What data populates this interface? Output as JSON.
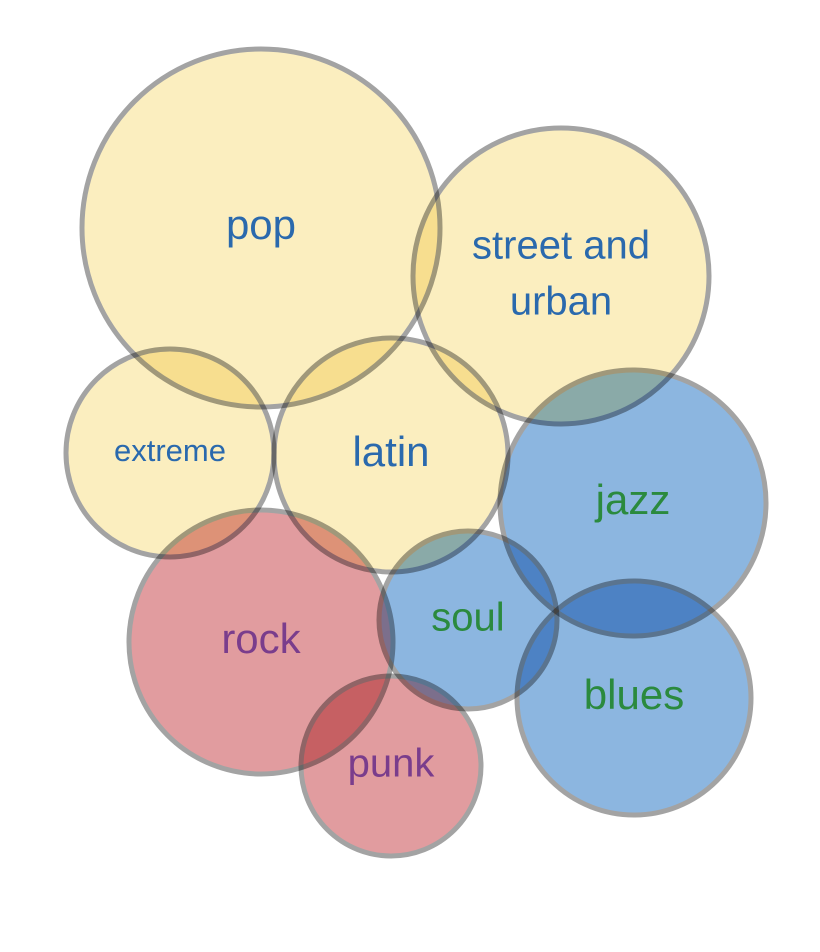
{
  "colors": {
    "warm": "#fbeebf",
    "cool": "#8cb6e0",
    "hot": "#e19c9f",
    "warm_text": "#2a69ad",
    "cool_text": "#2b8a3e",
    "hot_text": "#7a3d8c",
    "stroke": "#a3a3a3"
  },
  "bubbles": [
    {
      "id": "pop",
      "lines": [
        "pop"
      ],
      "group": "warm"
    },
    {
      "id": "street-and-urban",
      "lines": [
        "street and",
        "urban"
      ],
      "group": "warm"
    },
    {
      "id": "extreme",
      "lines": [
        "extreme"
      ],
      "group": "warm"
    },
    {
      "id": "latin",
      "lines": [
        "latin"
      ],
      "group": "warm"
    },
    {
      "id": "jazz",
      "lines": [
        "jazz"
      ],
      "group": "cool"
    },
    {
      "id": "soul",
      "lines": [
        "soul"
      ],
      "group": "cool"
    },
    {
      "id": "blues",
      "lines": [
        "blues"
      ],
      "group": "cool"
    },
    {
      "id": "rock",
      "lines": [
        "rock"
      ],
      "group": "hot"
    },
    {
      "id": "punk",
      "lines": [
        "punk"
      ],
      "group": "hot"
    }
  ]
}
